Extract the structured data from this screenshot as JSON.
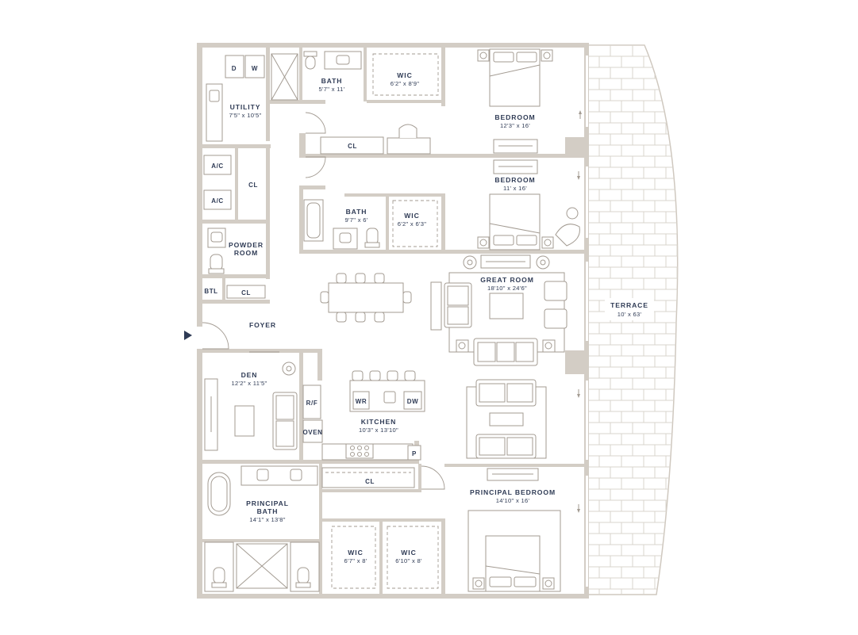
{
  "rooms": {
    "utility": {
      "name": "UTILITY",
      "dim": "7'5\" x 10'5\""
    },
    "bath_top": {
      "name": "BATH",
      "dim": "5'7\" x 11'"
    },
    "wic_top": {
      "name": "WIC",
      "dim": "6'2\" x 8'9\""
    },
    "bedroom_1": {
      "name": "BEDROOM",
      "dim": "12'3\" x 16'"
    },
    "bedroom_2": {
      "name": "BEDROOM",
      "dim": "11' x 16'"
    },
    "bath_mid": {
      "name": "BATH",
      "dim": "9'7\" x 6'"
    },
    "wic_mid": {
      "name": "WIC",
      "dim": "6'2\" x 6'3\""
    },
    "powder": {
      "line1": "POWDER",
      "line2": "ROOM"
    },
    "great_room": {
      "name": "GREAT ROOM",
      "dim": "18'10\" x 24'6\""
    },
    "terrace": {
      "name": "TERRACE",
      "dim": "10' x 63'"
    },
    "foyer": {
      "name": "FOYER"
    },
    "den": {
      "name": "DEN",
      "dim": "12'2\" x 11'5\""
    },
    "kitchen": {
      "name": "KITCHEN",
      "dim": "10'3\" x 13'10\""
    },
    "principal_bath": {
      "line1": "PRINCIPAL",
      "line2": "BATH",
      "dim": "14'1\" x 13'8\""
    },
    "wic_principal_1": {
      "name": "WIC",
      "dim": "6'7\" x 8'"
    },
    "wic_principal_2": {
      "name": "WIC",
      "dim": "6'10\" x 8'"
    },
    "principal_bedroom": {
      "name": "PRINCIPAL BEDROOM",
      "dim": "14'10\" x 16'"
    }
  },
  "labels": {
    "dryer": "D",
    "washer": "W",
    "ac_1": "A/C",
    "ac_2": "A/C",
    "closet_hall": "CL",
    "closet_top": "CL",
    "closet_btl": "CL",
    "closet_principal": "CL",
    "btl": "BTL",
    "refrigerator": "R/F",
    "oven": "OVEN",
    "wine_refrigerator": "WR",
    "dishwasher": "DW",
    "pantry": "P"
  },
  "colors": {
    "wall": "#d3cdc5",
    "text": "#2f3b55",
    "fixture_line": "#a39b92",
    "entry_arrow": "#2f3b55"
  }
}
